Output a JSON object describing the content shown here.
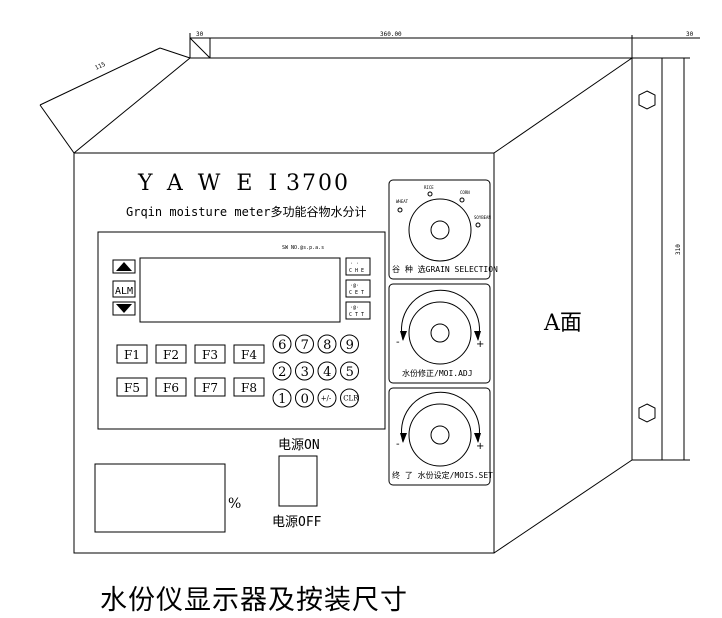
{
  "dimensions": {
    "dim_top_left": "30",
    "dim_top_middle": "360.00",
    "dim_top_right": "30",
    "dim_side_depth": "115",
    "dim_right_height": "310"
  },
  "panel": {
    "brand": "YAWEI",
    "model": "3700",
    "subtitle": "Grqin moisture meter多功能谷物水分计",
    "display_header": "SW NO.@s.p.a.s",
    "alm_label": "ALM",
    "up_icon": "triangle-up-icon",
    "down_icon": "triangle-down-icon",
    "indicators": [
      {
        "top": "· ·",
        "bottom": "C H E"
      },
      {
        "top": "·@·",
        "bottom": "C E T"
      },
      {
        "top": "·@·",
        "bottom": "C T T"
      }
    ],
    "function_keys_row1": [
      "F1",
      "F2",
      "F3",
      "F4"
    ],
    "function_keys_row2": [
      "F5",
      "F6",
      "F7",
      "F8"
    ],
    "numpad": [
      [
        "6",
        "7",
        "8",
        "9"
      ],
      [
        "2",
        "3",
        "4",
        "5"
      ],
      [
        "1",
        "0",
        "+/-",
        "CLR"
      ]
    ],
    "grain_selector": {
      "options": [
        "WHEAT",
        "RICE",
        "CORN",
        "SOYBEAN"
      ],
      "label": "谷 种 选GRAIN SELECTION"
    },
    "knob_adjust": {
      "minus": "-",
      "plus": "+",
      "label": "水份修正/MOI.ADJ"
    },
    "knob_set": {
      "minus": "-",
      "plus": "+",
      "label": "终 了 水份设定/MOIS.SET"
    },
    "percent_sign": "%",
    "power_on": "电源ON",
    "power_off": "电源OFF"
  },
  "side_label": "A面",
  "caption": "水份仪显示器及按装尺寸"
}
